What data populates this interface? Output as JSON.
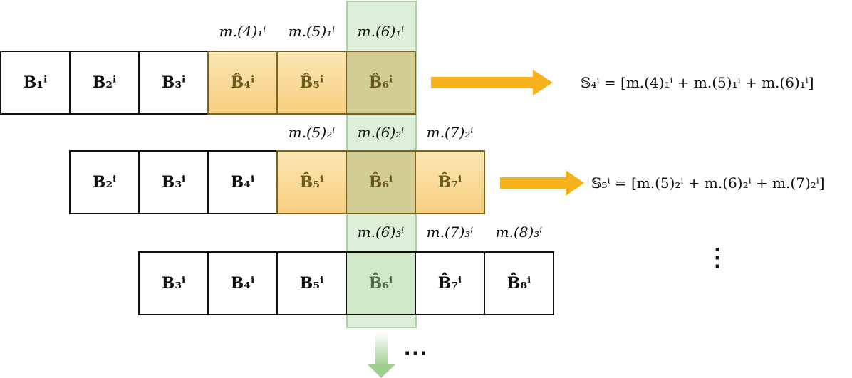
{
  "rows": [
    {
      "labels": [
        "m.(4)₁ⁱ",
        "m.(5)₁ⁱ",
        "m.(6)₁ⁱ"
      ],
      "cells": [
        {
          "text": "B₁ⁱ",
          "fill": "plain"
        },
        {
          "text": "B₂ⁱ",
          "fill": "plain"
        },
        {
          "text": "B₃ⁱ",
          "fill": "plain"
        },
        {
          "text": "B̂₄ⁱ",
          "fill": "yellow"
        },
        {
          "text": "B̂₅ⁱ",
          "fill": "yellow"
        },
        {
          "text": "B̂₆ⁱ",
          "fill": "yellow"
        }
      ],
      "equation": "𝕊₄ⁱ = [m.(4)₁ⁱ + m.(5)₁ⁱ + m.(6)₁ⁱ]"
    },
    {
      "labels": [
        "m.(5)₂ⁱ",
        "m.(6)₂ⁱ",
        "m.(7)₂ⁱ"
      ],
      "cells": [
        {
          "text": "B₂ⁱ",
          "fill": "plain"
        },
        {
          "text": "B₃ⁱ",
          "fill": "plain"
        },
        {
          "text": "B₄ⁱ",
          "fill": "plain"
        },
        {
          "text": "B̂̂₅ⁱ",
          "fill": "yellow"
        },
        {
          "text": "B̂̂₆ⁱ",
          "fill": "yellow"
        },
        {
          "text": "B̂̂₇ⁱ",
          "fill": "yellow"
        }
      ],
      "equation": "𝕊₅ⁱ = [m.(5)₂ⁱ + m.(6)₂ⁱ + m.(7)₂ⁱ]"
    },
    {
      "labels": [
        "m.(6)₃ⁱ",
        "m.(7)₃ⁱ",
        "m.(8)₃ⁱ"
      ],
      "cells": [
        {
          "text": "B₃ⁱ",
          "fill": "plain"
        },
        {
          "text": "B₄ⁱ",
          "fill": "plain"
        },
        {
          "text": "B₅ⁱ",
          "fill": "plain"
        },
        {
          "text": "B̂̂̂₆ⁱ",
          "fill": "green"
        },
        {
          "text": "B̂̂̂₇ⁱ",
          "fill": "plain"
        },
        {
          "text": "B̂̂̂₈ⁱ",
          "fill": "plain"
        }
      ],
      "equation": ""
    }
  ],
  "vertical_dots": "⋮",
  "horizontal_dots": "⋯",
  "colors": {
    "yellow_top": "#fbe6b4",
    "yellow_bottom": "#f7cf7f",
    "cell_border_highlight": "#7a6320",
    "green_column": "#cfe8c7",
    "green_border": "#a9d49b",
    "arrow_orange": "#f5b21d",
    "arrow_green": "#9fcf8e",
    "highlight_text": "#6b5a1e",
    "green_text": "#4d6b45"
  }
}
